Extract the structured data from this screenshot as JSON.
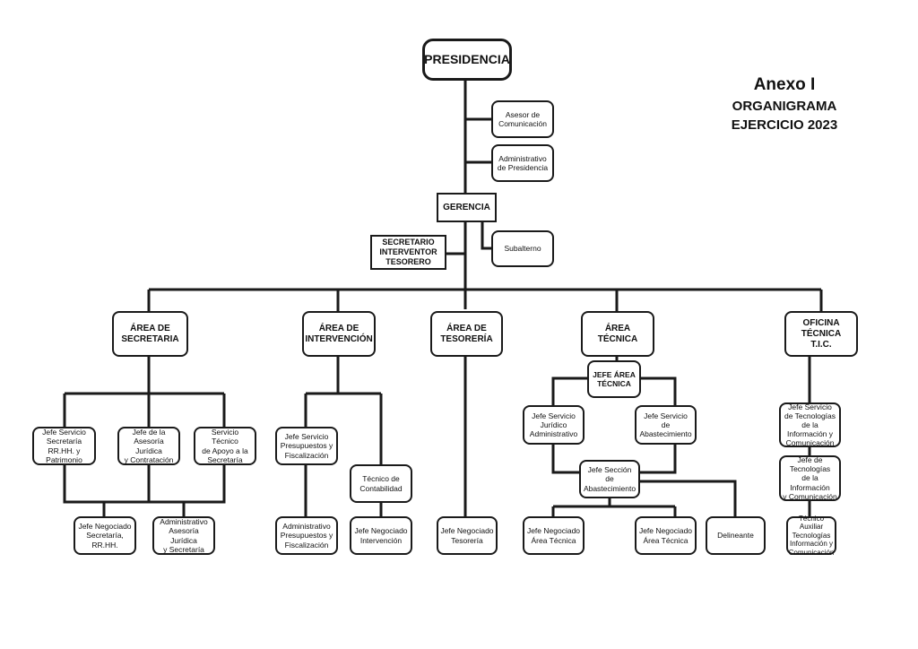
{
  "header": {
    "annex": "Anexo I",
    "title": "ORGANIGRAMA",
    "year": "EJERCICIO 2023"
  },
  "top": {
    "presidencia": "PRESIDENCIA",
    "asesor": "Asesor de\nComunicación",
    "administrativo": "Administrativo\nde Presidencia",
    "gerencia": "GERENCIA",
    "subalterno": "Subalterno",
    "secretario": "SECRETARIO\nINTERVENTOR\nTESORERO"
  },
  "areas": {
    "secretaria": "ÁREA DE\nSECRETARIA",
    "intervencion": "ÁREA DE\nINTERVENCIÓN",
    "tesoreria": "ÁREA DE\nTESORERÍA",
    "tecnica": "ÁREA\nTÉCNICA",
    "tic": "OFICINA\nTÉCNICA\nT.I.C."
  },
  "secretaria": {
    "jefe_servicio": "Jefe Servicio\nSecretaría\nRR.HH. y\nPatrimonio",
    "jefe_asesoria": "Jefe de la\nAsesoría Jurídica\ny Contratación",
    "servicio_tecnico": "Servicio Técnico\nde Apoyo a la\nSecretaría",
    "jefe_negociado": "Jefe Negociado\nSecretaría,\nRR.HH.",
    "administrativo": "Administrativo\nAsesoría Jurídica\ny Secretaría"
  },
  "intervencion": {
    "jefe_servicio": "Jefe Servicio\nPresupuestos y\nFiscalización",
    "tecnico_contabilidad": "Técnico de\nContabilidad",
    "administrativo": "Administrativo\nPresupuestos y\nFiscalización",
    "jefe_negociado": "Jefe Negociado\nIntervención"
  },
  "tesoreria": {
    "jefe_negociado": "Jefe Negociado\nTesorería"
  },
  "tecnica": {
    "jefe_area": "JEFE ÁREA\nTÉCNICA",
    "juridico": "Jefe Servicio\nJurídico\nAdministrativo",
    "abastecimiento": "Jefe Servicio\nde\nAbastecimiento",
    "seccion": "Jefe Sección\nde\nAbastecimiento",
    "negociado_1": "Jefe Negociado\nÁrea Técnica",
    "negociado_2": "Jefe Negociado\nÁrea Técnica",
    "delineante": "Delineante"
  },
  "tic": {
    "jefe_servicio": "Jefe Servicio\nde Tecnologías de la\nInformación y\nComunicación",
    "jefe_tecnologias": "Jefe de Tecnologías\nde la Información\ny Comunicación",
    "tecnico_auxiliar": "Técnico Auxiliar\nTecnologías\nInformación y\nComunicación"
  }
}
